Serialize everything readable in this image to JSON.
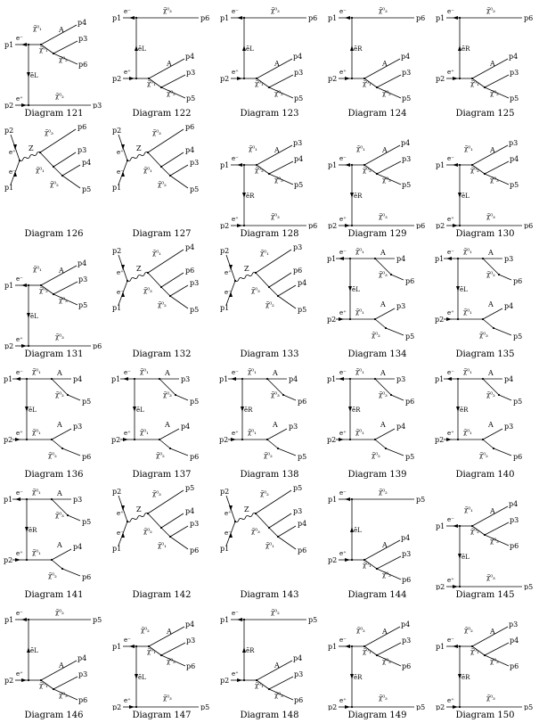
{
  "diagrams": [
    {
      "caption": "Diagram 121",
      "type": "T",
      "top": [
        "p4",
        "A",
        "p3",
        "p6"
      ],
      "bot": [
        "p3"
      ],
      "sup": "χ̃⁰₁",
      "sl": "χ̃⁰₁",
      "prop": "ẽL",
      "tr": "χ̃⁰₂"
    },
    {
      "caption": "Diagram 122",
      "type": "T2",
      "top": [
        "p6"
      ],
      "bot": [
        "p4",
        "A",
        "p3",
        "p5"
      ],
      "sup": "χ̃⁰₃",
      "sl": "χ̃⁰₁",
      "prop": "ẽL",
      "tr": "χ̃⁰₂"
    },
    {
      "caption": "Diagram 123",
      "type": "T2",
      "top": [
        "p6"
      ],
      "bot": [
        "p4",
        "A",
        "p3",
        "p5"
      ],
      "sup": "χ̃⁰₃",
      "sl": "χ̃⁰₁",
      "prop": "ẽL",
      "tr": "χ̃⁰₂"
    },
    {
      "caption": "Diagram 124",
      "type": "T2",
      "top": [
        "p6"
      ],
      "bot": [
        "p4",
        "A",
        "p3",
        "p5"
      ],
      "sup": "χ̃⁰₃",
      "sl": "χ̃⁰₁",
      "prop": "ẽR",
      "tr": "χ̃⁰₂"
    },
    {
      "caption": "Diagram 125",
      "type": "T2",
      "top": [
        "p6"
      ],
      "bot": [
        "p4",
        "A",
        "p3",
        "p5"
      ],
      "sup": "χ̃⁰₃",
      "sl": "χ̃⁰₁",
      "prop": "ẽR",
      "tr": "χ̃⁰₂"
    },
    {
      "caption": "Diagram 126",
      "type": "S",
      "top": [
        "p6",
        "p3",
        "p4",
        "p5"
      ],
      "sup": "χ̃⁰₃",
      "sl": "χ̃⁰₁",
      "prop": "Z",
      "tr": "χ̃⁰₂"
    },
    {
      "caption": "Diagram 127",
      "type": "S",
      "top": [
        "p6",
        "p4",
        "p3",
        "p5"
      ],
      "sup": "χ̃⁰₃",
      "sl": "χ̃⁰₁",
      "prop": "Z",
      "tr": "χ̃⁰₂"
    },
    {
      "caption": "Diagram 128",
      "type": "T",
      "top": [
        "p3",
        "A",
        "p4",
        "p5"
      ],
      "bot": [
        "p6"
      ],
      "sup": "χ̃⁰₁",
      "sl": "χ̃⁰₂",
      "prop": "ẽR",
      "tr": "χ̃⁰₃"
    },
    {
      "caption": "Diagram 129",
      "type": "T",
      "top": [
        "p4",
        "A",
        "p3",
        "p5"
      ],
      "bot": [
        "p6"
      ],
      "sup": "χ̃⁰₁",
      "sl": "χ̃⁰₂",
      "prop": "ẽR",
      "tr": "χ̃⁰₃"
    },
    {
      "caption": "Diagram 130",
      "type": "T",
      "top": [
        "p3",
        "A",
        "p4",
        "p5"
      ],
      "bot": [
        "p6"
      ],
      "sup": "χ̃⁰₁",
      "sl": "χ̃⁰₂",
      "prop": "ẽL",
      "tr": "χ̃⁰₃"
    },
    {
      "caption": "Diagram 131",
      "type": "T",
      "top": [
        "p4",
        "A",
        "p3",
        "p5"
      ],
      "bot": [
        "p6"
      ],
      "sup": "χ̃⁰₁",
      "sl": "χ̃⁰₂",
      "prop": "ẽL",
      "tr": "χ̃⁰₃"
    },
    {
      "caption": "Diagram 132",
      "type": "S",
      "top": [
        "p4",
        "p6",
        "p3",
        "p5"
      ],
      "sup": "χ̃⁰₁",
      "sl": "χ̃⁰₃",
      "prop": "Z",
      "tr": "χ̃⁰₂"
    },
    {
      "caption": "Diagram 133",
      "type": "S",
      "top": [
        "p3",
        "p6",
        "p4",
        "p5"
      ],
      "sup": "χ̃⁰₁",
      "sl": "χ̃⁰₃",
      "prop": "Z",
      "tr": "χ̃⁰₂"
    },
    {
      "caption": "Diagram 134",
      "type": "H",
      "top": [
        "p4",
        "p6"
      ],
      "bot": [
        "p3",
        "p5"
      ],
      "sup": "χ̃⁰₁",
      "sl": "χ̃⁰₃",
      "prop": "ẽL",
      "tr": "χ̃⁰₂"
    },
    {
      "caption": "Diagram 135",
      "type": "H",
      "top": [
        "p3",
        "p6"
      ],
      "bot": [
        "p4",
        "p5"
      ],
      "sup": "χ̃⁰₁",
      "sl": "χ̃⁰₂",
      "prop": "ẽL",
      "tr": "χ̃⁰₃"
    },
    {
      "caption": "Diagram 136",
      "type": "H",
      "top": [
        "p4",
        "p5"
      ],
      "bot": [
        "p3",
        "p6"
      ],
      "sup": "χ̃⁰₁",
      "sl": "χ̃⁰₂",
      "prop": "ẽL",
      "tr": "χ̃⁰₂"
    },
    {
      "caption": "Diagram 137",
      "type": "H",
      "top": [
        "p3",
        "p5"
      ],
      "bot": [
        "p4",
        "p6"
      ],
      "sup": "χ̃⁰₁",
      "sl": "χ̃⁰₃",
      "prop": "ẽL",
      "tr": "χ̃⁰₂"
    },
    {
      "caption": "Diagram 138",
      "type": "H",
      "top": [
        "p4",
        "p6"
      ],
      "bot": [
        "p3",
        "p5"
      ],
      "sup": "χ̃⁰₁",
      "sl": "χ̃⁰₃",
      "prop": "ẽR",
      "tr": "χ̃⁰₂"
    },
    {
      "caption": "Diagram 139",
      "type": "H",
      "top": [
        "p3",
        "p6"
      ],
      "bot": [
        "p4",
        "p5"
      ],
      "sup": "χ̃⁰₁",
      "sl": "χ̃⁰₃",
      "prop": "ẽR",
      "tr": "χ̃⁰₂"
    },
    {
      "caption": "Diagram 140",
      "type": "H",
      "top": [
        "p4",
        "p5"
      ],
      "bot": [
        "p3",
        "p6"
      ],
      "sup": "χ̃⁰₁",
      "sl": "χ̃⁰₂",
      "prop": "ẽR",
      "tr": "χ̃⁰₂"
    },
    {
      "caption": "Diagram 141",
      "type": "H",
      "top": [
        "p3",
        "p5"
      ],
      "bot": [
        "p4",
        "p6"
      ],
      "sup": "χ̃⁰₁",
      "sl": "χ̃⁰₃",
      "prop": "ẽR",
      "tr": "χ̃⁰₂"
    },
    {
      "caption": "Diagram 142",
      "type": "S",
      "top": [
        "p5",
        "p4",
        "p3",
        "p6"
      ],
      "sup": "χ̃⁰₃",
      "sl": "χ̃⁰₂",
      "prop": "Z",
      "tr": "χ̃⁰₁"
    },
    {
      "caption": "Diagram 143",
      "type": "S",
      "top": [
        "p5",
        "p3",
        "p4",
        "p6"
      ],
      "sup": "χ̃⁰₂",
      "sl": "χ̃⁰₃",
      "prop": "Z",
      "tr": "χ̃⁰₁"
    },
    {
      "caption": "Diagram 144",
      "type": "T2",
      "top": [
        "p5"
      ],
      "bot": [
        "p4",
        "A",
        "p3",
        "p6"
      ],
      "sup": "χ̃⁰₂",
      "sl": "χ̃⁰₁",
      "prop": "ẽL",
      "tr": "χ̃⁰₃"
    },
    {
      "caption": "Diagram 145",
      "type": "T",
      "top": [
        "p4",
        "A",
        "p3",
        "p6"
      ],
      "bot": [
        "p5"
      ],
      "sup": "χ̃⁰₁",
      "sl": "χ̃⁰₂",
      "prop": "ẽL",
      "tr": "χ̃⁰₃"
    },
    {
      "caption": "Diagram 146",
      "type": "T2",
      "top": [
        "p5"
      ],
      "bot": [
        "p4",
        "A",
        "p3",
        "p6"
      ],
      "sup": "χ̃⁰₂",
      "sl": "χ̃⁰₁",
      "prop": "ẽL",
      "tr": "χ̃⁰₃"
    },
    {
      "caption": "Diagram 147",
      "type": "T",
      "top": [
        "p4",
        "A",
        "p3",
        "p6"
      ],
      "bot": [
        "p5"
      ],
      "sup": "χ̃⁰₂",
      "sl": "χ̃⁰₁",
      "prop": "ẽL",
      "tr": "χ̃⁰₃"
    },
    {
      "caption": "Diagram 148",
      "type": "T2",
      "top": [
        "p5"
      ],
      "bot": [
        "p4",
        "A",
        "p3",
        "p6"
      ],
      "sup": "χ̃⁰₂",
      "sl": "χ̃⁰₁",
      "prop": "ẽR",
      "tr": "χ̃⁰₃"
    },
    {
      "caption": "Diagram 149",
      "type": "T",
      "top": [
        "p4",
        "A",
        "p3",
        "p6"
      ],
      "bot": [
        "p5"
      ],
      "sup": "χ̃⁰₂",
      "sl": "χ̃⁰₁",
      "prop": "ẽR",
      "tr": "χ̃⁰₃"
    },
    {
      "caption": "Diagram 150",
      "type": "T",
      "top": [
        "p3",
        "A",
        "p4",
        "p6"
      ],
      "bot": [
        "p5"
      ],
      "sup": "χ̃⁰₂",
      "sl": "χ̃⁰₁",
      "prop": "ẽR",
      "tr": "χ̃⁰₃"
    }
  ],
  "labels": {
    "p1": "p1",
    "p2": "p2",
    "electron": "e⁻",
    "positron": "e⁺",
    "photon": "A"
  }
}
